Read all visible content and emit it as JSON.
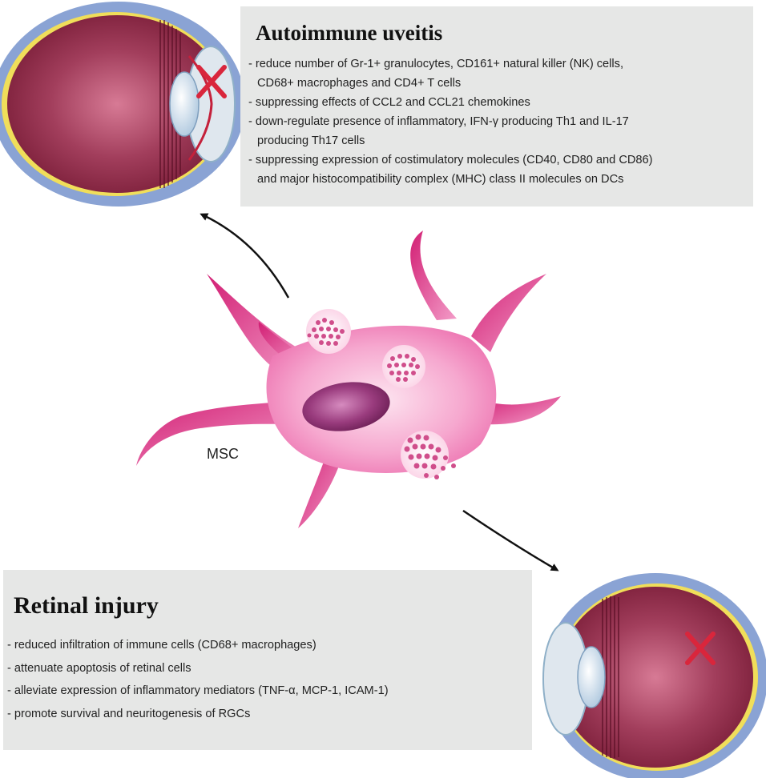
{
  "top_panel": {
    "title": "Autoimmune uveitis",
    "items": [
      {
        "line1": "- reduce number of Gr-1+ granulocytes, CD161+ natural killer (NK) cells,",
        "line2": "CD68+ macrophages  and CD4+ T cells"
      },
      {
        "line1": "- suppressing effects of CCL2 and CCL21 chemokines",
        "line2": ""
      },
      {
        "line1": "- down-regulate presence of inflammatory, IFN-γ producing Th1 and IL-17",
        "line2": "producing Th17 cells"
      },
      {
        "line1": "- suppressing expression of costimulatory molecules (CD40, CD80 and CD86)",
        "line2": "and major histocompatibility complex (MHC) class II molecules on DCs"
      }
    ]
  },
  "bottom_panel": {
    "title": "Retinal injury",
    "items": [
      "- reduced infiltration of immune cells (CD68+ macrophages)",
      "- attenuate apoptosis of retinal cells",
      "- alleviate expression of inflammatory mediators (TNF-α, MCP-1, ICAM-1)",
      "- promote survival and neuritogenesis of RGCs"
    ]
  },
  "cell": {
    "label": "MSC"
  },
  "colors": {
    "panel_bg": "#e6e7e6",
    "eye_interior": "#8c2a44",
    "sclera": "#8aa3d4",
    "retina_edge": "#f0de5a",
    "cell_body": "#f08cc0",
    "cell_process": "#d6287a",
    "nucleus": "#8a2e6e",
    "damage_x": "#d9263c"
  }
}
